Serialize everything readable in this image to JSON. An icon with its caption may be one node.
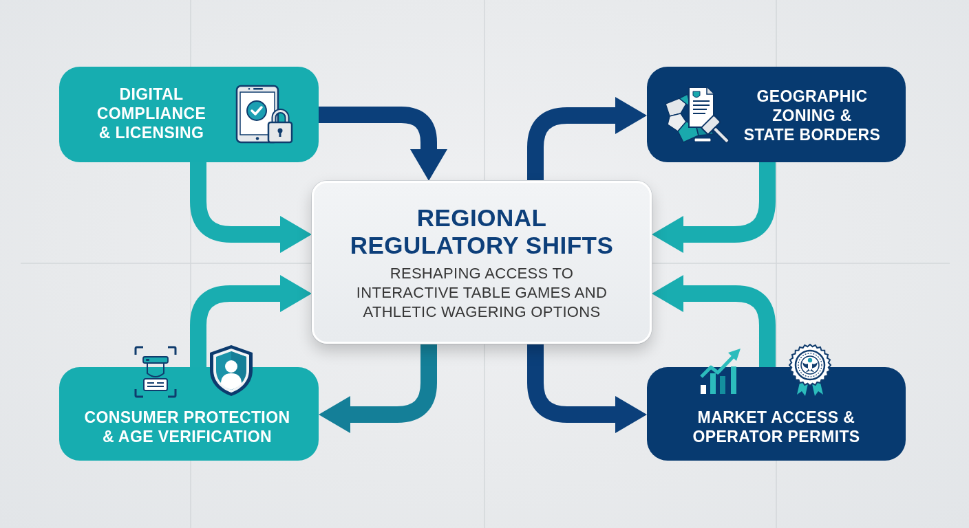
{
  "diagram": {
    "nodes": [
      {
        "text": [
          "DIGITAL COMPLIANCE & LICENSING"
        ]
      },
      {
        "text": [
          "GEOGRAPHIC ZONING & STATE BORDERS"
        ]
      },
      {
        "text": [
          "REGIONAL REGULATORY SHIFTS",
          "RESHAPING ACCESS TO INTERACTIVE TABLE GAMES AND ATHLETIC WAGERING OPTIONS"
        ]
      },
      {
        "text": [
          "CONSUMER PROTECTION & AGE VERIFICATION"
        ]
      },
      {
        "text": [
          "MARKET ACCESS & OPERATOR PERMITS"
        ]
      }
    ],
    "edges": [
      {
        "from": 0,
        "to": 2,
        "arrow": "to",
        "color": "#0b3f7a"
      },
      {
        "from": 0,
        "to": 2,
        "arrow": "to"
      },
      {
        "from": 2,
        "to": 1,
        "arrow": "to",
        "color": "#0b3f7a"
      },
      {
        "from": 1,
        "to": 2,
        "arrow": "to"
      },
      {
        "from": 3,
        "to": 2,
        "arrow": "to"
      },
      {
        "from": 2,
        "to": 3,
        "arrow": "to",
        "color": "#147f98"
      },
      {
        "from": 2,
        "to": 4,
        "arrow": "to",
        "color": "#0b3f7a"
      },
      {
        "from": 4,
        "to": 2,
        "arrow": "to"
      }
    ]
  }
}
